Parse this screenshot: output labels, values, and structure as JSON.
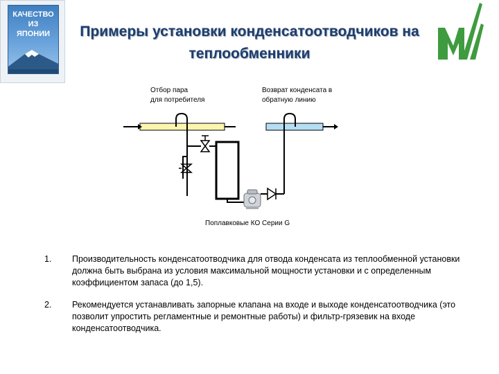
{
  "logo_left": {
    "line1": "КАЧЕСТВО",
    "line2": "ИЗ",
    "line3": "ЯПОНИИ"
  },
  "title": {
    "line1": "Примеры установки конденсатоотводчиков на",
    "line2": "теплообменники"
  },
  "diagram": {
    "label_steam_line1": "Отбор пара",
    "label_steam_line2": "для потребителя",
    "label_return_line1": "Возврат конденсата в",
    "label_return_line2": "обратную линию",
    "caption": "Поплавковые КО Серии G",
    "colors": {
      "steam_pipe": "#fbf5b0",
      "return_pipe": "#b5def3",
      "logo_green": "#3f9b3f"
    }
  },
  "notes": [
    {
      "number": "1.",
      "text": "Производительность конденсатоотводчика для отвода конденсата из теплообменной установки должна быть выбрана из условия максимальной мощности установки и с определенным коэффициентом запаса (до 1,5)."
    },
    {
      "number": "2.",
      "text": "Рекомендуется устанавливать запорные клапана на входе и выходе конденсатоотводчика (это позволит упростить регламентные и ремонтные работы) и фильтр-грязевик на входе конденсатоотводчика."
    }
  ]
}
